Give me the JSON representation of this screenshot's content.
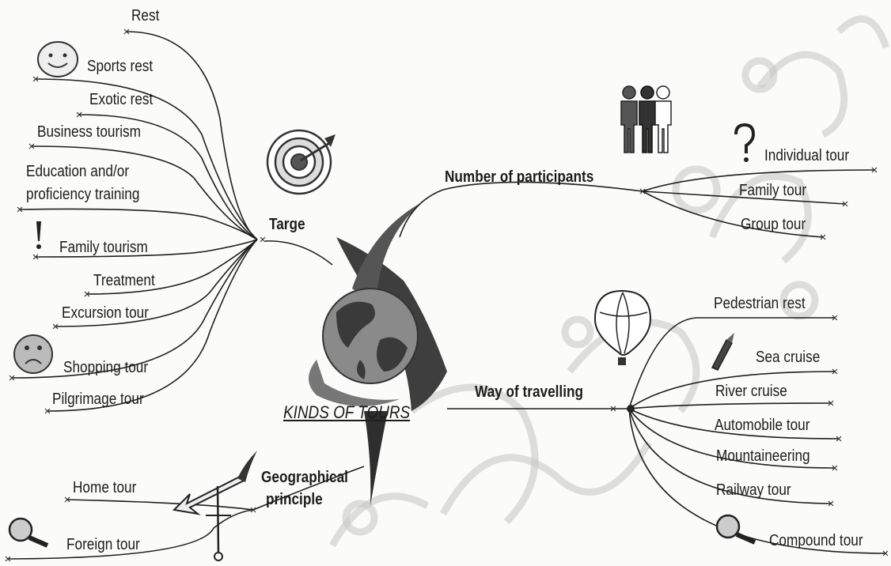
{
  "center": {
    "title": "KINDS OF TOURS"
  },
  "branches": {
    "target": {
      "label": "Targe",
      "items": [
        "Rest",
        "Sports rest",
        "Exotic rest",
        "Business tourism",
        "Education and/or",
        "proficiency training",
        "Family tourism",
        "Treatment",
        "Excursion tour",
        "Shopping tour",
        "Pilgrimage tour"
      ]
    },
    "participants": {
      "label": "Number of participants",
      "items": [
        "Individual tour",
        "Family tour",
        "Group tour"
      ]
    },
    "travelling": {
      "label": "Way of travelling",
      "items": [
        "Pedestrian rest",
        "Sea cruise",
        "River cruise",
        "Automobile tour",
        "Mountaineering",
        "Railway tour",
        "Compound tour"
      ]
    },
    "geographical": {
      "label_line1": "Geographical",
      "label_line2": "principle",
      "items": [
        "Home tour",
        "Foreign tour"
      ]
    }
  },
  "icons": [
    "smiley-face-icon",
    "sad-face-icon",
    "exclamation-icon",
    "question-mark-icon",
    "target-icon",
    "people-icon",
    "globe-icon",
    "hot-air-balloon-icon",
    "magnifier-icon",
    "compass-icon",
    "rocket-icon"
  ],
  "colors": {
    "ink": "#1f1f1f",
    "watermark": "#c4c4c4",
    "ribbon": "#4a4a4a"
  }
}
